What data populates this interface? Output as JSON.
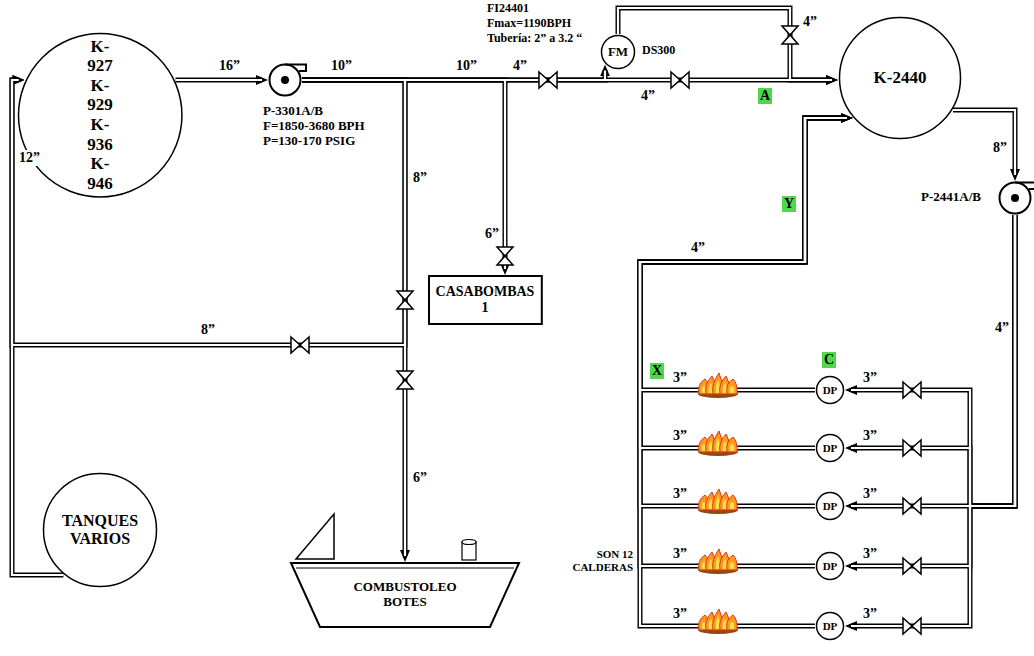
{
  "diagram": {
    "nodes": [
      {
        "text": [
          "K-927 K-929 K-936 K-946"
        ]
      },
      {
        "text": [
          "P-3301A/B",
          "F=1850-3680 BPH",
          "P=130-170 PSIG"
        ]
      },
      {
        "text": [
          "FM"
        ]
      },
      {
        "text": [
          "K-2440"
        ]
      },
      {
        "text": [
          "CASABOMBAS 1"
        ]
      },
      {
        "text": [
          "P-2441A/B"
        ]
      },
      {
        "text": [
          "TANQUES VARIOS"
        ]
      },
      {
        "text": [
          "COMBUSTOLEO BOTES"
        ]
      },
      {
        "text": [
          "DP"
        ]
      },
      {
        "text": [
          "DP"
        ]
      },
      {
        "text": [
          "DP"
        ]
      },
      {
        "text": [
          "DP"
        ]
      },
      {
        "text": [
          "DP"
        ]
      }
    ],
    "edges": [
      {
        "from": 0,
        "to": 1,
        "arrow": "to",
        "label": "16”"
      },
      {
        "from": 1,
        "to": 4,
        "arrow": "to",
        "label": "6”"
      },
      {
        "from": 1,
        "to": 2,
        "arrow": "to"
      },
      {
        "from": 2,
        "to": 3,
        "arrow": "to"
      },
      {
        "from": 1,
        "to": 3,
        "arrow": "to"
      },
      {
        "from": 1,
        "to": 7,
        "arrow": "to",
        "label": "6”"
      },
      {
        "from": 1,
        "to": 0,
        "arrow": "to"
      },
      {
        "from": 6,
        "to": 0,
        "arrow": "to",
        "label": "12”"
      },
      {
        "from": 3,
        "to": 5,
        "arrow": "to",
        "label": "8”"
      },
      {
        "from": 5,
        "to": 8,
        "arrow": "to",
        "label": "3”"
      },
      {
        "from": 5,
        "to": 9,
        "arrow": "to",
        "label": "3”"
      },
      {
        "from": 5,
        "to": 10,
        "arrow": "to",
        "label": "3”"
      },
      {
        "from": 5,
        "to": 11,
        "arrow": "to",
        "label": "3”"
      },
      {
        "from": 5,
        "to": 12,
        "arrow": "to",
        "label": "3”"
      },
      {
        "from": 8,
        "to": 3,
        "arrow": "to",
        "label": "3”"
      },
      {
        "from": 9,
        "to": 3,
        "arrow": "to",
        "label": "3”"
      },
      {
        "from": 10,
        "to": 3,
        "arrow": "to",
        "label": "3”"
      },
      {
        "from": 11,
        "to": 3,
        "arrow": "to",
        "label": "3”"
      },
      {
        "from": 12,
        "to": 3,
        "arrow": "to",
        "label": "3”"
      }
    ],
    "labels": [
      "10”",
      "10”",
      "4”",
      "4”",
      "4”",
      "8”",
      "8”",
      "4”",
      "4”",
      "A",
      "Y",
      "X",
      "C",
      "FI24401",
      "Fmax=1190BPH",
      "Tubería: 2” a 3.2 “",
      "DS300",
      "SON 12 CALDERAS"
    ]
  }
}
